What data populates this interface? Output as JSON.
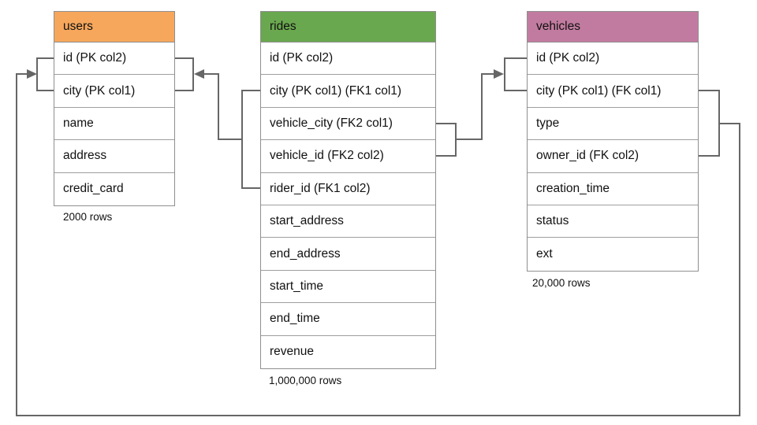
{
  "diagram": {
    "background": "#ffffff",
    "connector_color": "#666666",
    "table_border_color": "#8f8f8f",
    "tables": [
      {
        "name": "users",
        "header": {
          "label": "users",
          "color": "#f6a75c"
        },
        "columns": [
          "id (PK col2)",
          "city (PK col1)",
          "name",
          "address",
          "credit_card"
        ],
        "row_count_label": "2000 rows"
      },
      {
        "name": "rides",
        "header": {
          "label": "rides",
          "color": "#6aa84f"
        },
        "columns": [
          "id (PK col2)",
          "city (PK col1) (FK1 col1)",
          "vehicle_city (FK2 col1)",
          "vehicle_id (FK2 col2)",
          "rider_id (FK1 col2)",
          "start_address",
          "end_address",
          "start_time",
          "end_time",
          "revenue"
        ],
        "row_count_label": "1,000,000 rows"
      },
      {
        "name": "vehicles",
        "header": {
          "label": "vehicles",
          "color": "#c27ba0"
        },
        "columns": [
          "id (PK col2)",
          "city (PK col1) (FK col1)",
          "type",
          "owner_id (FK col2)",
          "creation_time",
          "status",
          "ext"
        ],
        "row_count_label": "20,000 rows"
      }
    ],
    "relationships": [
      {
        "name": "FK1",
        "from_table": "rides",
        "from_columns": "city, rider_id",
        "to_table": "users",
        "to_columns": "id, city"
      },
      {
        "name": "FK2",
        "from_table": "rides",
        "from_columns": "vehicle_city, vehicle_id",
        "to_table": "vehicles",
        "to_columns": "id, city"
      },
      {
        "name": "FK",
        "from_table": "vehicles",
        "from_columns": "city, owner_id",
        "to_table": "users",
        "to_columns": "id, city"
      }
    ]
  }
}
